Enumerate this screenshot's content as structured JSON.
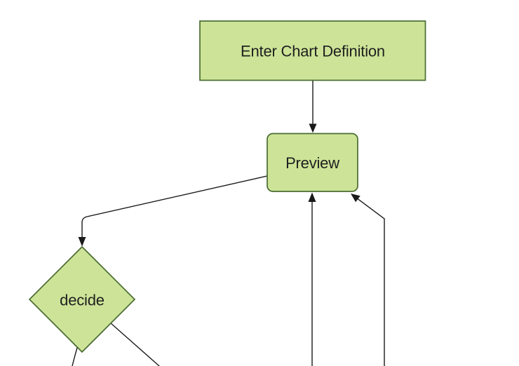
{
  "diagram": {
    "type": "flowchart",
    "background_color": "#ffffff",
    "colors": {
      "node_fill": "#cde498",
      "node_border": "#4a6c31",
      "edge": "#1a1a1a",
      "text": "#1f1f1f"
    },
    "nodes": [
      {
        "id": "enter-chart-definition",
        "shape": "rectangle",
        "label": "Enter Chart Definition"
      },
      {
        "id": "preview",
        "shape": "rounded-rectangle",
        "label": "Preview"
      },
      {
        "id": "decide",
        "shape": "diamond",
        "label": "decide"
      }
    ],
    "edges": [
      {
        "from": "enter-chart-definition",
        "to": "preview",
        "arrowhead": "filled-triangle"
      },
      {
        "from": "preview",
        "to": "decide",
        "arrowhead": "filled-triangle"
      },
      {
        "from": "offscreen-bottom-center",
        "to": "preview",
        "arrowhead": "filled-triangle"
      },
      {
        "from": "offscreen-bottom-right",
        "to": "preview",
        "arrowhead": "filled-triangle"
      },
      {
        "from": "decide",
        "to": "offscreen-bottom-left",
        "arrowhead": "none-visible"
      },
      {
        "from": "decide",
        "to": "offscreen-bottom-right",
        "arrowhead": "none-visible"
      }
    ]
  }
}
